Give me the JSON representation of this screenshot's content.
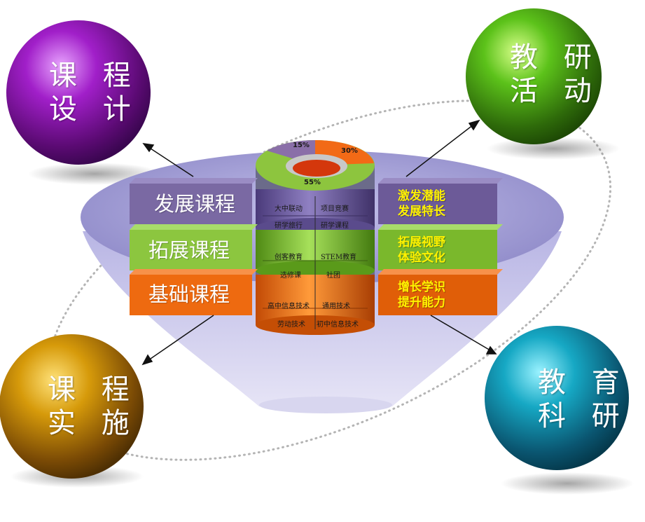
{
  "spheres": {
    "top_left": "课程设计",
    "top_right": "教研活动",
    "bottom_left": "课程实施",
    "bottom_right": "教育科研"
  },
  "spheres_lines": {
    "top_left": [
      "课 程",
      "设 计"
    ],
    "top_right": [
      "教 研",
      "活 动"
    ],
    "bottom_left": [
      "课 程",
      "实 施"
    ],
    "bottom_right": [
      "教 育",
      "科 研"
    ]
  },
  "pie": {
    "slices": [
      {
        "label": "15%",
        "value": 15,
        "color": "#8a6fa8"
      },
      {
        "label": "30%",
        "value": 30,
        "color": "#f26a16"
      },
      {
        "label": "55%",
        "value": 55,
        "color": "#8dc53e"
      }
    ]
  },
  "bands": [
    {
      "name": "发展课程",
      "goal": [
        "激发潜能",
        "发展特长"
      ],
      "color": "#7a69a3",
      "text_color": "#ffffff",
      "items": [
        [
          "大中联动",
          "项目竞赛"
        ],
        [
          "研学旅行",
          "研学课程"
        ]
      ]
    },
    {
      "name": "拓展课程",
      "goal": [
        "拓展视野",
        "体验文化"
      ],
      "color": "#8cc63f",
      "text_color": "#ffffff",
      "items": [
        [
          "创客教育",
          "STEM教育"
        ],
        [
          "选修课",
          "社团"
        ]
      ]
    },
    {
      "name": "基础课程",
      "goal": [
        "增长学识",
        "提升能力"
      ],
      "color": "#ee6a10",
      "text_color": "#ffffff",
      "items": [
        [
          "高中信息技术",
          "通用技术"
        ],
        [
          "劳动技术",
          "初中信息技术"
        ]
      ]
    }
  ]
}
